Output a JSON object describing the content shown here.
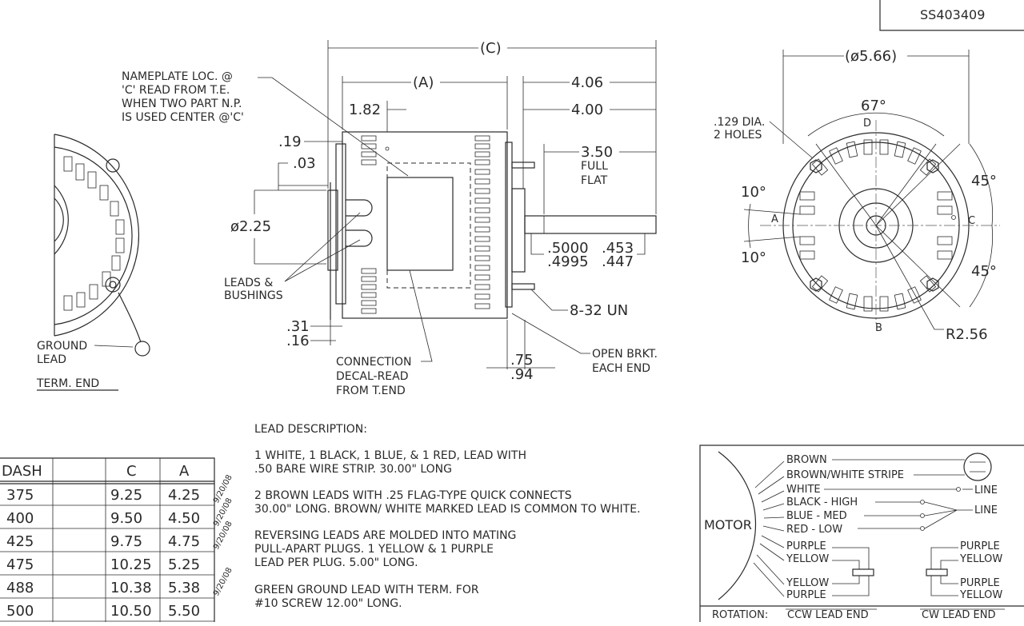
{
  "doc_id": "SS403409",
  "side_view": {
    "nameplate_note": [
      "NAMEPLATE LOC. @",
      "'C' READ FROM T.E.",
      "WHEN TWO PART N.P.",
      "IS USED CENTER @'C'"
    ],
    "dim_c": "(C)",
    "dim_a": "(A)",
    "dim_406": "4.06",
    "dim_400": "4.00",
    "dim_182": "1.82",
    "dim_019": ".19",
    "dim_003": ".03",
    "dim_350": "3.50",
    "full_flat": [
      "FULL",
      "FLAT"
    ],
    "dia_225": "ø2.25",
    "leads_bushings": [
      "LEADS &",
      "BUSHINGS"
    ],
    "shaft_dia": [
      ".5000",
      ".4995"
    ],
    "flat_dim": [
      ".453",
      ".447"
    ],
    "thread": "8-32 UN",
    "dim_031": ".31",
    "dim_016": ".16",
    "connection_note": [
      "CONNECTION",
      "DECAL-READ",
      "FROM T.END"
    ],
    "dim_075": ".75",
    "dim_094": ".94",
    "open_brkt": [
      "OPEN BRKT.",
      "EACH END"
    ]
  },
  "term_view": {
    "ground_lead": [
      "GROUND",
      "LEAD"
    ],
    "term_end": "TERM. END"
  },
  "end_view": {
    "dia": "(ø5.66)",
    "hole_note": [
      ".129 DIA.",
      "2 HOLES"
    ],
    "angle_67": "67°",
    "label_d": "D",
    "label_a": "A",
    "label_b": "B",
    "label_c": "C",
    "angle_10a": "10°",
    "angle_10b": "10°",
    "angle_45a": "45°",
    "angle_45b": "45°",
    "radius": "R2.56"
  },
  "dash_table": {
    "headers": [
      "DASH",
      "",
      "C",
      "A"
    ],
    "rows": [
      {
        "dash": "375",
        "c": "9.25",
        "a": "4.25",
        "rev": "9/20/08"
      },
      {
        "dash": "400",
        "c": "9.50",
        "a": "4.50",
        "rev": "9/20/08"
      },
      {
        "dash": "425",
        "c": "9.75",
        "a": "4.75",
        "rev": "9/20/08"
      },
      {
        "dash": "475",
        "c": "10.25",
        "a": "5.25",
        "rev": ""
      },
      {
        "dash": "488",
        "c": "10.38",
        "a": "5.38",
        "rev": "9/20/08"
      },
      {
        "dash": "500",
        "c": "10.50",
        "a": "5.50",
        "rev": ""
      }
    ]
  },
  "lead_description": {
    "title": "LEAD DESCRIPTION:",
    "paragraphs": [
      [
        "1 WHITE, 1 BLACK, 1 BLUE, & 1 RED, LEAD WITH",
        ".50 BARE WIRE STRIP. 30.00\" LONG"
      ],
      [
        "2 BROWN LEADS WITH .25 FLAG-TYPE QUICK CONNECTS",
        "30.00\" LONG. BROWN/ WHITE MARKED LEAD IS COMMON TO WHITE."
      ],
      [
        "REVERSING LEADS ARE MOLDED INTO MATING",
        "PULL-APART PLUGS. 1 YELLOW & 1 PURPLE",
        "LEAD PER PLUG. 5.00\" LONG."
      ],
      [
        "GREEN GROUND LEAD WITH TERM. FOR",
        "#10 SCREW 12.00\" LONG."
      ]
    ]
  },
  "wiring": {
    "motor": "MOTOR",
    "leads": [
      "BROWN",
      "BROWN/WHITE STRIPE",
      "WHITE",
      "BLACK - HIGH",
      "BLUE - MED",
      "RED - LOW",
      "PURPLE",
      "YELLOW",
      "YELLOW",
      "PURPLE"
    ],
    "line_a": "LINE",
    "line_b": "LINE",
    "cw_leads": [
      "PURPLE",
      "YELLOW",
      "PURPLE",
      "YELLOW"
    ],
    "rotation": "ROTATION:",
    "ccw": "CCW LEAD END",
    "cw": "CW LEAD END"
  }
}
